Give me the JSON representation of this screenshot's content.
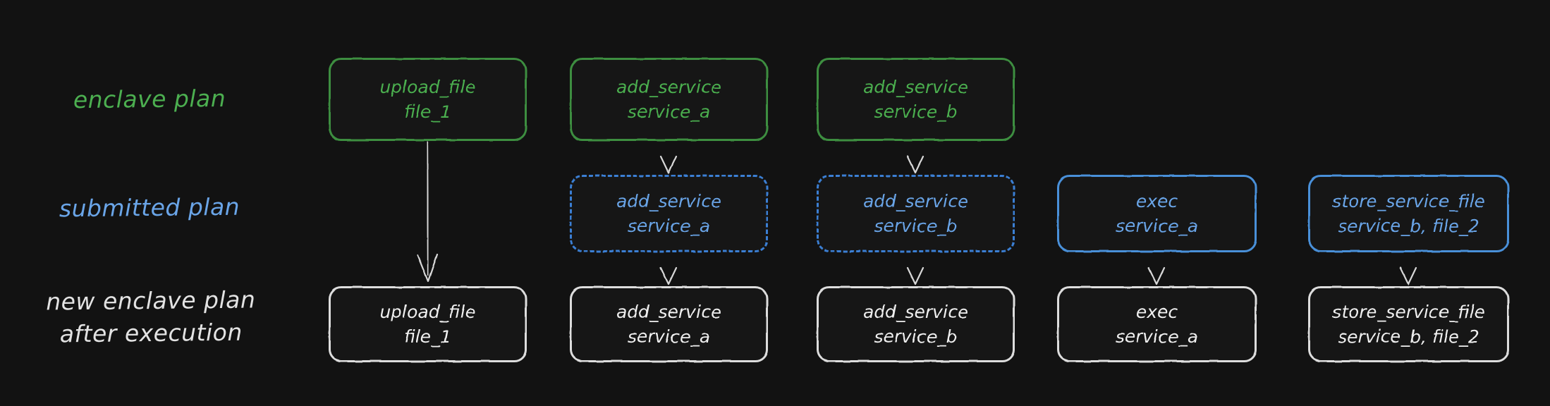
{
  "meta": {
    "background_color": "#121212",
    "title": "enclave plan / submitted plan / new enclave plan after execution"
  },
  "colors": {
    "green": "#4CAF50",
    "green_border": "#3E8E41",
    "blue": "#6AA5E8",
    "blue_border": "#4A90D9",
    "white": "#F0F0F0",
    "white_border": "#DDDDDD",
    "arrow": "#D8D8D8",
    "background": "#121212"
  },
  "row_labels": {
    "enclave_plan": "enclave plan",
    "submitted_plan": "submitted plan",
    "new_enclave_plan": "new enclave plan\nafter execution"
  },
  "rows": {
    "enclave_plan": {
      "name": "enclave plan",
      "color": "#4CAF50",
      "style": "solid",
      "nodes": [
        {
          "col": 1,
          "line1": "upload_file",
          "line2": "file_1"
        },
        {
          "col": 2,
          "line1": "add_service",
          "line2": "service_a"
        },
        {
          "col": 3,
          "line1": "add_service",
          "line2": "service_b"
        }
      ]
    },
    "submitted_plan": {
      "name": "submitted plan",
      "color": "#6AA5E8",
      "nodes": [
        {
          "col": 2,
          "line1": "add_service",
          "line2": "service_a",
          "style": "dashed"
        },
        {
          "col": 3,
          "line1": "add_service",
          "line2": "service_b",
          "style": "dashed"
        },
        {
          "col": 4,
          "line1": "exec",
          "line2": "service_a",
          "style": "solid"
        },
        {
          "col": 5,
          "line1": "store_service_file",
          "line2": "service_b, file_2",
          "style": "solid"
        }
      ]
    },
    "new_enclave_plan": {
      "name": "new enclave plan after execution",
      "color": "#F0F0F0",
      "style": "solid",
      "nodes": [
        {
          "col": 1,
          "line1": "upload_file",
          "line2": "file_1"
        },
        {
          "col": 2,
          "line1": "add_service",
          "line2": "service_a"
        },
        {
          "col": 3,
          "line1": "add_service",
          "line2": "service_b"
        },
        {
          "col": 4,
          "line1": "exec",
          "line2": "service_a"
        },
        {
          "col": 5,
          "line1": "store_service_file",
          "line2": "service_b, file_2"
        }
      ]
    }
  },
  "arrows": [
    {
      "id": "a1",
      "from": "enclave.upload_file",
      "to": "new.upload_file",
      "col": 1,
      "span": "top-to-bottom"
    },
    {
      "id": "a2",
      "from": "enclave.add_service_a",
      "to": "submitted.add_service_a",
      "col": 2,
      "span": "top-to-mid"
    },
    {
      "id": "a3",
      "from": "enclave.add_service_b",
      "to": "submitted.add_service_b",
      "col": 3,
      "span": "top-to-mid"
    },
    {
      "id": "a4",
      "from": "submitted.add_service_a",
      "to": "new.add_service_a",
      "col": 2,
      "span": "mid-to-bottom"
    },
    {
      "id": "a5",
      "from": "submitted.add_service_b",
      "to": "new.add_service_b",
      "col": 3,
      "span": "mid-to-bottom"
    },
    {
      "id": "a6",
      "from": "submitted.exec",
      "to": "new.exec",
      "col": 4,
      "span": "mid-to-bottom"
    },
    {
      "id": "a7",
      "from": "submitted.store_service_file",
      "to": "new.store_service_file",
      "col": 5,
      "span": "mid-to-bottom"
    }
  ]
}
